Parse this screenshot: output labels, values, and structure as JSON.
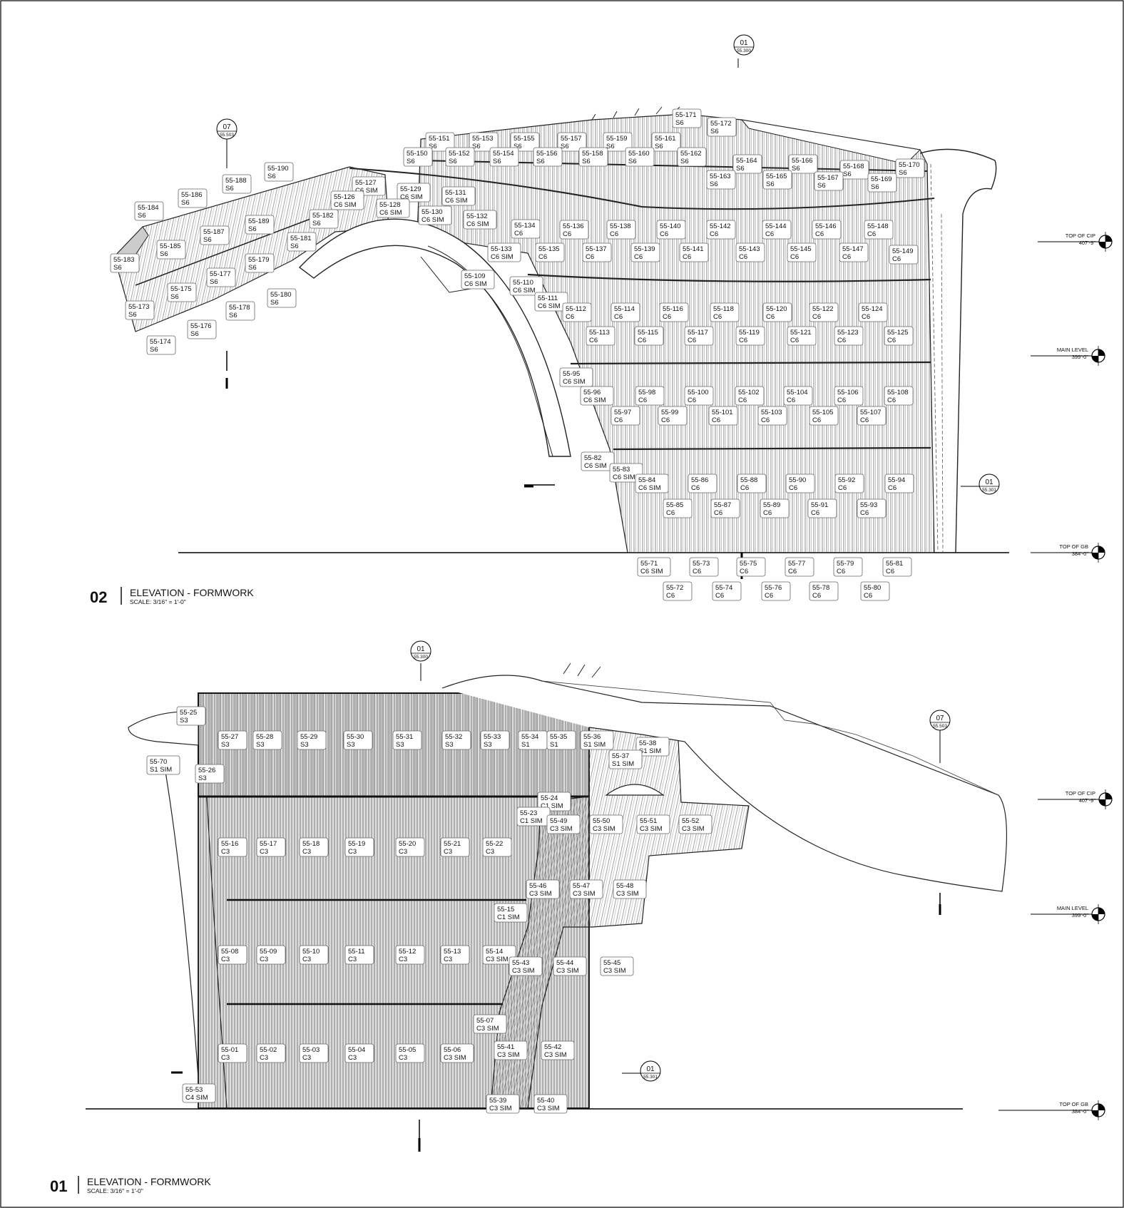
{
  "elevations": [
    {
      "id": "02",
      "number": "02",
      "title": "ELEVATION - FORMWORK",
      "scale": "SCALE: 3/16\" = 1'-0\""
    },
    {
      "id": "01",
      "number": "01",
      "title": "ELEVATION - FORMWORK",
      "scale": "SCALE: 3/16\" = 1'-0\""
    }
  ],
  "levels": [
    {
      "name": "TOP OF CIP",
      "elev": "407'-9\""
    },
    {
      "name": "MAIN LEVEL",
      "elev": "399'-0\""
    },
    {
      "name": "TOP OF GB",
      "elev": "384'-0\""
    }
  ],
  "section_bubbles": [
    {
      "num": "01",
      "sheet": "55.300"
    },
    {
      "num": "07",
      "sheet": "55.503"
    },
    {
      "num": "01",
      "sheet": "55.301"
    }
  ],
  "tags_02": [
    [
      "55-171",
      "S6"
    ],
    [
      "55-172",
      "S6"
    ],
    [
      "55-151",
      "S6"
    ],
    [
      "55-153",
      "S6"
    ],
    [
      "55-155",
      "S6"
    ],
    [
      "55-157",
      "S6"
    ],
    [
      "55-159",
      "S6"
    ],
    [
      "55-161",
      "S6"
    ],
    [
      "55-150",
      "S6"
    ],
    [
      "55-152",
      "S6"
    ],
    [
      "55-154",
      "S6"
    ],
    [
      "55-156",
      "S6"
    ],
    [
      "55-158",
      "S6"
    ],
    [
      "55-160",
      "S6"
    ],
    [
      "55-162",
      "S6"
    ],
    [
      "55-164",
      "S6"
    ],
    [
      "55-166",
      "S6"
    ],
    [
      "55-168",
      "S6"
    ],
    [
      "55-170",
      "S6"
    ],
    [
      "55-163",
      "S6"
    ],
    [
      "55-165",
      "S6"
    ],
    [
      "55-167",
      "S6"
    ],
    [
      "55-169",
      "S6"
    ],
    [
      "55-190",
      "S6"
    ],
    [
      "55-188",
      "S6"
    ],
    [
      "55-186",
      "S6"
    ],
    [
      "55-184",
      "S6"
    ],
    [
      "55-127",
      "C6 SIM"
    ],
    [
      "55-129",
      "C6 SIM"
    ],
    [
      "55-131",
      "C6 SIM"
    ],
    [
      "55-126",
      "C6 SIM"
    ],
    [
      "55-128",
      "C6 SIM"
    ],
    [
      "55-130",
      "C6 SIM"
    ],
    [
      "55-132",
      "C6 SIM"
    ],
    [
      "55-182",
      "S6"
    ],
    [
      "55-189",
      "S6"
    ],
    [
      "55-187",
      "S6"
    ],
    [
      "55-185",
      "S6"
    ],
    [
      "55-181",
      "S6"
    ],
    [
      "55-183",
      "S6"
    ],
    [
      "55-179",
      "S6"
    ],
    [
      "55-177",
      "S6"
    ],
    [
      "55-175",
      "S6"
    ],
    [
      "55-180",
      "S6"
    ],
    [
      "55-173",
      "S6"
    ],
    [
      "55-178",
      "S6"
    ],
    [
      "55-176",
      "S6"
    ],
    [
      "55-174",
      "S6"
    ],
    [
      "55-134",
      "C6"
    ],
    [
      "55-136",
      "C6"
    ],
    [
      "55-138",
      "C6"
    ],
    [
      "55-140",
      "C6"
    ],
    [
      "55-142",
      "C6"
    ],
    [
      "55-144",
      "C6"
    ],
    [
      "55-146",
      "C6"
    ],
    [
      "55-148",
      "C6"
    ],
    [
      "55-133",
      "C6 SIM"
    ],
    [
      "55-135",
      "C6"
    ],
    [
      "55-137",
      "C6"
    ],
    [
      "55-139",
      "C6"
    ],
    [
      "55-141",
      "C6"
    ],
    [
      "55-143",
      "C6"
    ],
    [
      "55-145",
      "C6"
    ],
    [
      "55-147",
      "C6"
    ],
    [
      "55-149",
      "C6"
    ],
    [
      "55-109",
      "C6 SIM"
    ],
    [
      "55-110",
      "C6 SIM"
    ],
    [
      "55-111",
      "C6 SIM"
    ],
    [
      "55-112",
      "C6"
    ],
    [
      "55-114",
      "C6"
    ],
    [
      "55-116",
      "C6"
    ],
    [
      "55-118",
      "C6"
    ],
    [
      "55-120",
      "C6"
    ],
    [
      "55-122",
      "C6"
    ],
    [
      "55-124",
      "C6"
    ],
    [
      "55-113",
      "C6"
    ],
    [
      "55-115",
      "C6"
    ],
    [
      "55-117",
      "C6"
    ],
    [
      "55-119",
      "C6"
    ],
    [
      "55-121",
      "C6"
    ],
    [
      "55-123",
      "C6"
    ],
    [
      "55-125",
      "C6"
    ],
    [
      "55-95",
      "C6 SIM"
    ],
    [
      "55-96",
      "C6 SIM"
    ],
    [
      "55-98",
      "C6"
    ],
    [
      "55-100",
      "C6"
    ],
    [
      "55-102",
      "C6"
    ],
    [
      "55-104",
      "C6"
    ],
    [
      "55-106",
      "C6"
    ],
    [
      "55-108",
      "C6"
    ],
    [
      "55-97",
      "C6"
    ],
    [
      "55-99",
      "C6"
    ],
    [
      "55-101",
      "C6"
    ],
    [
      "55-103",
      "C6"
    ],
    [
      "55-105",
      "C6"
    ],
    [
      "55-107",
      "C6"
    ],
    [
      "55-82",
      "C6 SIM"
    ],
    [
      "55-83",
      "C6 SIM"
    ],
    [
      "55-84",
      "C6 SIM"
    ],
    [
      "55-86",
      "C6"
    ],
    [
      "55-88",
      "C6"
    ],
    [
      "55-90",
      "C6"
    ],
    [
      "55-92",
      "C6"
    ],
    [
      "55-94",
      "C6"
    ],
    [
      "55-85",
      "C6"
    ],
    [
      "55-87",
      "C6"
    ],
    [
      "55-89",
      "C6"
    ],
    [
      "55-91",
      "C6"
    ],
    [
      "55-93",
      "C6"
    ],
    [
      "55-71",
      "C6 SIM"
    ],
    [
      "55-73",
      "C6"
    ],
    [
      "55-75",
      "C6"
    ],
    [
      "55-77",
      "C6"
    ],
    [
      "55-79",
      "C6"
    ],
    [
      "55-81",
      "C6"
    ],
    [
      "55-72",
      "C6"
    ],
    [
      "55-74",
      "C6"
    ],
    [
      "55-76",
      "C6"
    ],
    [
      "55-78",
      "C6"
    ],
    [
      "55-80",
      "C6"
    ]
  ],
  "tags_01": [
    [
      "55-25",
      "S3"
    ],
    [
      "55-27",
      "S3"
    ],
    [
      "55-28",
      "S3"
    ],
    [
      "55-29",
      "S3"
    ],
    [
      "55-30",
      "S3"
    ],
    [
      "55-31",
      "S3"
    ],
    [
      "55-32",
      "S3"
    ],
    [
      "55-33",
      "S3"
    ],
    [
      "55-34",
      "S1"
    ],
    [
      "55-35",
      "S1"
    ],
    [
      "55-36",
      "S1 SIM"
    ],
    [
      "55-38",
      "S1 SIM"
    ],
    [
      "55-37",
      "S1 SIM"
    ],
    [
      "55-70",
      "S1 SIM"
    ],
    [
      "55-26",
      "S3"
    ],
    [
      "55-24",
      "C1 SIM"
    ],
    [
      "55-23",
      "C1 SIM"
    ],
    [
      "55-49",
      "C3 SIM"
    ],
    [
      "55-50",
      "C3 SIM"
    ],
    [
      "55-51",
      "C3 SIM"
    ],
    [
      "55-52",
      "C3 SIM"
    ],
    [
      "55-16",
      "C3"
    ],
    [
      "55-17",
      "C3"
    ],
    [
      "55-18",
      "C3"
    ],
    [
      "55-19",
      "C3"
    ],
    [
      "55-20",
      "C3"
    ],
    [
      "55-21",
      "C3"
    ],
    [
      "55-22",
      "C3"
    ],
    [
      "55-46",
      "C3 SIM"
    ],
    [
      "55-47",
      "C3 SIM"
    ],
    [
      "55-48",
      "C3 SIM"
    ],
    [
      "55-15",
      "C1 SIM"
    ],
    [
      "55-08",
      "C3"
    ],
    [
      "55-09",
      "C3"
    ],
    [
      "55-10",
      "C3"
    ],
    [
      "55-11",
      "C3"
    ],
    [
      "55-12",
      "C3"
    ],
    [
      "55-13",
      "C3"
    ],
    [
      "55-14",
      "C3 SIM"
    ],
    [
      "55-43",
      "C3 SIM"
    ],
    [
      "55-44",
      "C3 SIM"
    ],
    [
      "55-45",
      "C3 SIM"
    ],
    [
      "55-07",
      "C3 SIM"
    ],
    [
      "55-01",
      "C3"
    ],
    [
      "55-02",
      "C3"
    ],
    [
      "55-03",
      "C3"
    ],
    [
      "55-04",
      "C3"
    ],
    [
      "55-05",
      "C3"
    ],
    [
      "55-06",
      "C3 SIM"
    ],
    [
      "55-41",
      "C3 SIM"
    ],
    [
      "55-42",
      "C3 SIM"
    ],
    [
      "55-53",
      "C4 SIM"
    ],
    [
      "55-39",
      "C3 SIM"
    ],
    [
      "55-40",
      "C3 SIM"
    ]
  ]
}
